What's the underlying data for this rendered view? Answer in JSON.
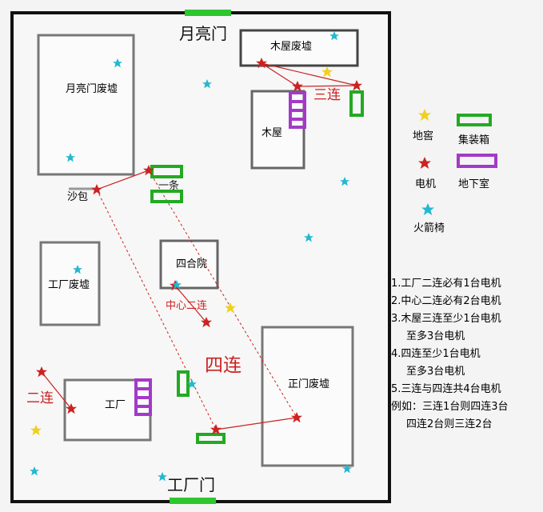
{
  "map": {
    "gates": {
      "north": "月亮门",
      "south": "工厂门"
    },
    "buildings": {
      "moon_gate_ruins": "月亮门废墟",
      "cabin_ruins": "木屋废墟",
      "cabin": "木屋",
      "courtyard": "四合院",
      "factory_ruins": "工厂废墟",
      "main_gate_ruins": "正门废墟",
      "factory": "工厂"
    },
    "labels": {
      "sandbag": "沙包",
      "one_line": "一条",
      "center_double": "中心二连",
      "quad": "四连",
      "triple": "三连",
      "double": "二连"
    }
  },
  "legend": {
    "cellar": "地窖",
    "container": "集装箱",
    "generator": "电机",
    "basement": "地下室",
    "rocket_chair": "火箭椅",
    "colors": {
      "cellar": "#f0d020",
      "container": "#22aa22",
      "generator": "#cc2222",
      "basement": "#a33ac8",
      "rocket_chair": "#22b8d0"
    }
  },
  "notes": [
    "1.工厂二连必有1台电机",
    "2.中心二连必有2台电机",
    "3.木屋三连至少1台电机",
    "至多3台电机",
    "4.四连至少1台电机",
    "至多3台电机",
    "5.三连与四连共4台电机",
    "例如：三连1台则四连3台",
    "四连2台则三连2台"
  ]
}
